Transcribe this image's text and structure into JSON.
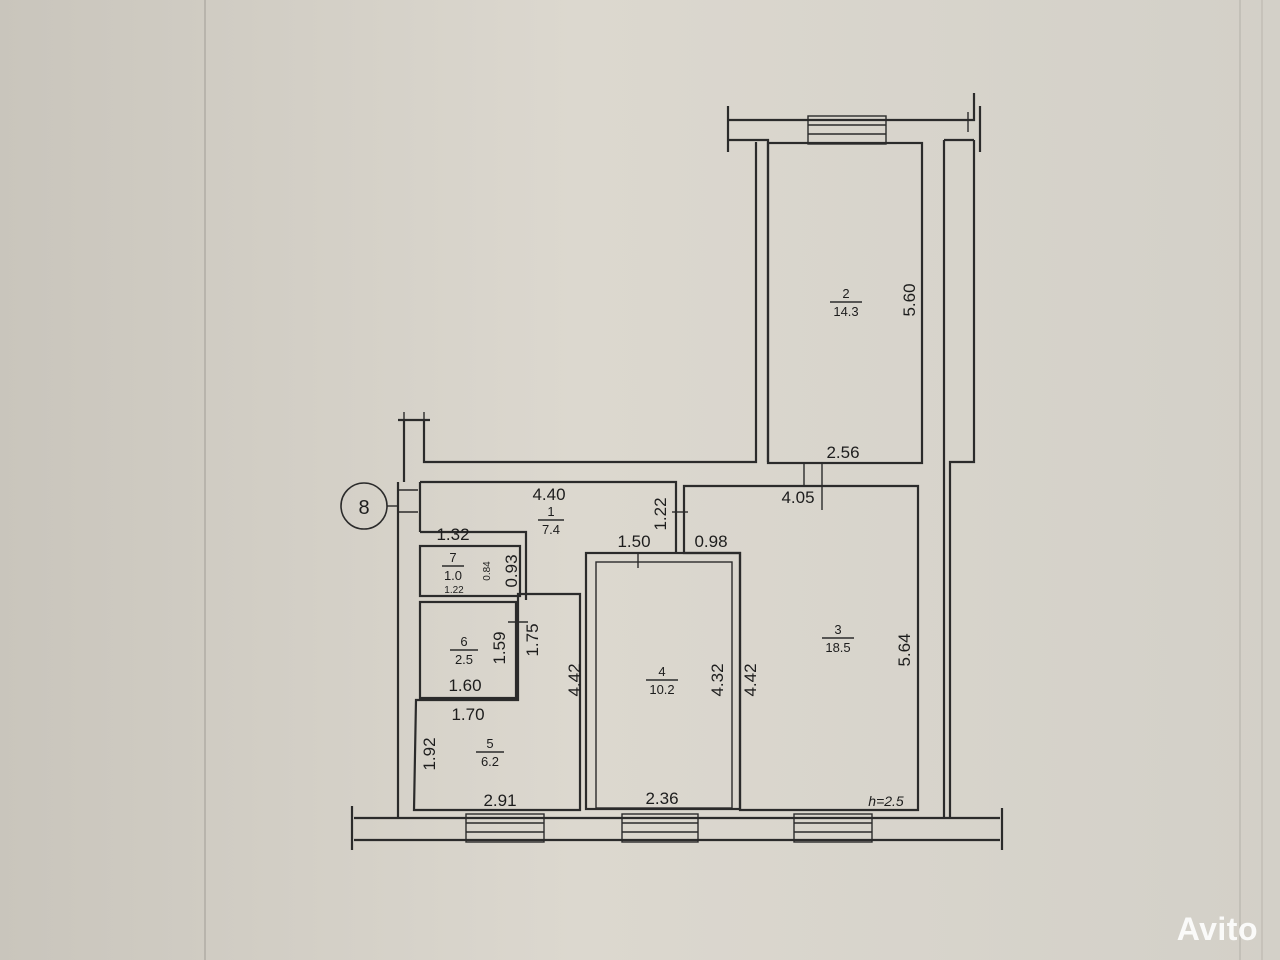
{
  "marker": "8",
  "ceiling_height": "h=2.5",
  "rooms": [
    {
      "id": "1",
      "area": "7.4"
    },
    {
      "id": "2",
      "area": "14.3"
    },
    {
      "id": "3",
      "area": "18.5"
    },
    {
      "id": "4",
      "area": "10.2"
    },
    {
      "id": "5",
      "area": "6.2"
    },
    {
      "id": "6",
      "area": "2.5"
    },
    {
      "id": "7",
      "area": "1.0"
    }
  ],
  "dimensions": {
    "r2_height": "5.60",
    "r2_width": "2.56",
    "r1_width": "4.40",
    "r3_width": "4.05",
    "door_1_22": "1.22",
    "r7_top": "1.32",
    "door_1_50": "1.50",
    "door_0_98": "0.98",
    "r7_side_084": "0.84",
    "r7_side_093": "0.93",
    "r7_bottom": "1.22",
    "r6_inner": "1.59",
    "r6_outer": "1.75",
    "r6_bottom": "1.60",
    "r5_top": "1.70",
    "r5_side": "1.92",
    "r5_bottom": "2.91",
    "r5_right": "4.42",
    "r4_right": "4.32",
    "r4_bottom": "2.36",
    "r3_left": "4.42",
    "r3_height": "5.64"
  },
  "watermark": "Avito"
}
